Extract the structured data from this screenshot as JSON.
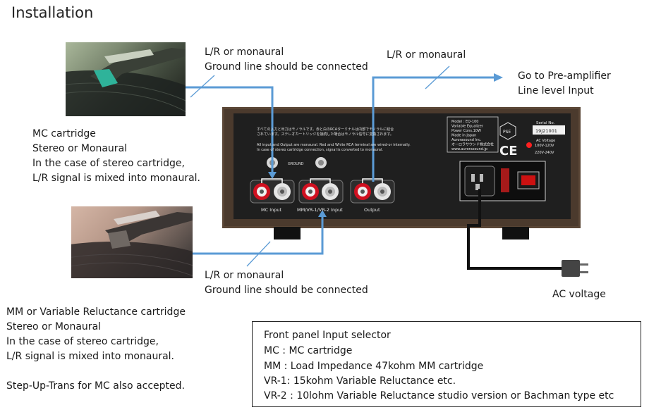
{
  "title": "Installation",
  "top_left_label": {
    "line1": "L/R   or monaural",
    "line2": "Ground line should be connected"
  },
  "top_right_label": "L/R or monaural",
  "go_to_preamp": {
    "line1": "Go to Pre-amplifier",
    "line2": "Line level Input"
  },
  "mc_desc": [
    "MC cartridge",
    "Stereo or Monaural",
    "In the case of stereo cartridge,",
    "L/R signal is mixed into monaural."
  ],
  "bottom_label": {
    "line1": "L/R   or monaural",
    "line2": "Ground line should be connected"
  },
  "mm_desc": [
    "MM or Variable Reluctance cartridge",
    "Stereo or Monaural",
    "In the case of stereo cartridge,",
    "L/R signal is mixed into monaural."
  ],
  "step_up_note": "Step-Up-Trans for MC also accepted.",
  "ac_voltage_label": "AC voltage",
  "selector": {
    "heading": "Front panel Input selector",
    "rows": [
      "MC :   MC cartridge",
      "MM :  Load Impedance  47kohm   MM cartridge",
      "VR-1:   15kohm    Variable Reluctance  etc.",
      "VR-2 :   10lohm     Variable Reluctance studio version or Bachman type etc"
    ]
  },
  "panel": {
    "jp_line1": "すべての入力と出力はモノラルです。赤と白のRCAターミナルは内部でモノラルに結合",
    "jp_line2": "されています。ステレオカートリッジを接続した場合はモノラル信号に変換されます。",
    "en_line1": "All input and Output are monaural. Red and White RCA terminal are wired-or internally.",
    "en_line2": "In case of stereo cartridge connection, signal is converted to monaural.",
    "ground": "GROUND",
    "mc_input": "MC Input",
    "mm_input": "MM/VR-1/VR-2 Input",
    "output": "Output",
    "spec": [
      "Model : EQ-100",
      "Variable Equalizer",
      "Power Cons.10W",
      "Made in Japan",
      "Aurorasound Inc.",
      "オーロラサウンド株式会社",
      "www.aurorasound.jp"
    ],
    "serial_label": "Serial No.",
    "serial_value": "19J21001",
    "pse": "PSE",
    "ce": "CE",
    "ac_voltage": "AC Voltage",
    "ac_100": "100V-120V",
    "ac_220": "220V-240V"
  },
  "colors": {
    "wire": "#5b9bd5",
    "panel": "#1f1f1f",
    "wood": "#5a4636",
    "rca_red": "#d01020"
  }
}
